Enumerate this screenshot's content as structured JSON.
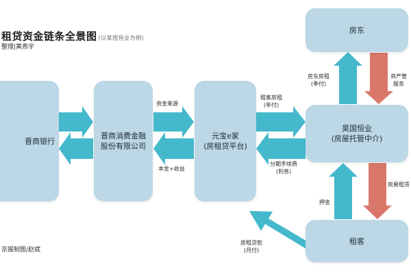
{
  "title": "租贷资金链条全景图",
  "title_note": "(以某国恒业为例)",
  "editor": "整理|黄燕宇",
  "credit": "京报制图/赵斌",
  "nodes": {
    "bank": [
      "晋商银行"
    ],
    "finance": [
      "晋商消费金融",
      "股份有限公司"
    ],
    "yuanbao": [
      "元宝e家",
      "(房租贷平台)"
    ],
    "landlord": [
      "房东"
    ],
    "wuyu": [
      "昊国恒业",
      "(房屋托管中介)"
    ],
    "tenant": [
      "租客"
    ]
  },
  "labels": {
    "capital_source": "资金来源",
    "principal_income": "本金+收益",
    "rent_yearly": [
      "租客房租",
      "(年付)"
    ],
    "installment_fee": [
      "分期手续费",
      "(利息)"
    ],
    "landlord_rent": [
      "房东房租",
      "(季付)"
    ],
    "asset_mgmt": [
      "资产管",
      "服务"
    ],
    "house_rent": "房屋租赁",
    "deposit": "押金",
    "rent_loan": [
      "房租贷款",
      "(月付)"
    ]
  },
  "colors": {
    "box": "#bcd7e6",
    "arrow_teal": "#45b9cc",
    "arrow_red": "#d9786a"
  }
}
